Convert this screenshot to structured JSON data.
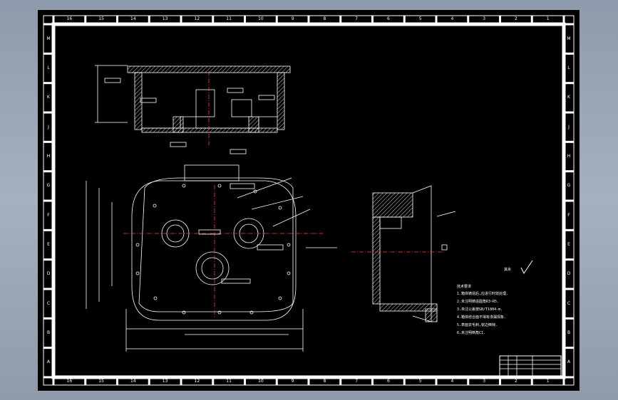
{
  "drawing": {
    "top_zone_labels": [
      "16",
      "15",
      "14",
      "13",
      "12",
      "11",
      "10",
      "9",
      "8",
      "7",
      "6",
      "5",
      "4",
      "3",
      "2",
      "1"
    ],
    "bottom_zone_labels": [
      "16",
      "15",
      "14",
      "13",
      "12",
      "11",
      "10",
      "9",
      "8",
      "7",
      "6",
      "5",
      "4",
      "3",
      "2",
      "1"
    ],
    "left_zone_labels": [
      "M",
      "L",
      "K",
      "J",
      "H",
      "G",
      "F",
      "E",
      "D",
      "C",
      "B",
      "A"
    ],
    "right_zone_labels": [
      "M",
      "L",
      "K",
      "J",
      "H",
      "G",
      "F",
      "E",
      "D",
      "C",
      "B",
      "A"
    ],
    "colors": {
      "background": "#000000",
      "linework": "#ffffff",
      "frame": "#ffffff",
      "centerline": "#ff4040",
      "window_bg": "#8e9aab"
    },
    "notes": {
      "heading": "技术要求",
      "lines": [
        "1.箱体铸造后,应进行时效处理.",
        "2.未注明铸造圆角R3~R5.",
        "3.未注公差按GB/T1804-m.",
        "4.箱体结合面不得有渗漏现象.",
        "5.表面去毛刺,锐边倒钝.",
        "6.未注明倒角C1."
      ]
    },
    "roughness_symbol_label": "其余"
  }
}
